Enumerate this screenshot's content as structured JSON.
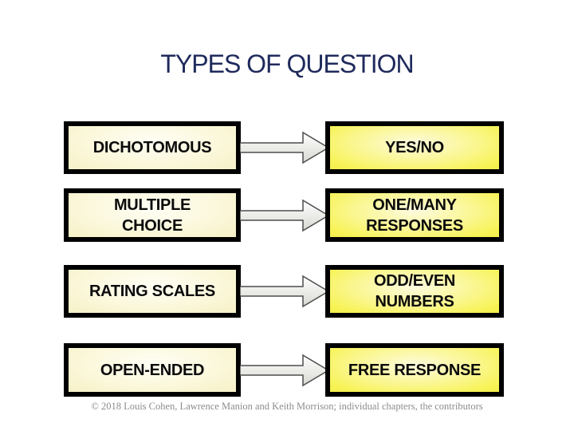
{
  "title": "TYPES OF QUESTION",
  "rows": [
    {
      "left": "DICHOTOMOUS",
      "right": "YES/NO"
    },
    {
      "left": "MULTIPLE\nCHOICE",
      "right": "ONE/MANY\nRESPONSES"
    },
    {
      "left": "RATING SCALES",
      "right": "ODD/EVEN\nNUMBERS"
    },
    {
      "left": "OPEN-ENDED",
      "right": "FREE RESPONSE"
    }
  ],
  "footer": "© 2018 Louis Cohen, Lawrence Manion and Keith Morrison; individual chapters, the contributors",
  "icons": {
    "arrow": "right-arrow"
  },
  "colors": {
    "background": "#FFFFFF",
    "title_text": "#1F2A5C",
    "box_border": "#000000",
    "left_box_fill": "#FBF8DC",
    "right_box_fill": "#F7F356",
    "box_text": "#0A0A0A",
    "arrow_fill_top": "#FFFFFF",
    "arrow_fill_bottom": "#D9D9D2",
    "arrow_outline": "#4D4D4D",
    "footer_text": "#8C8C8C"
  }
}
